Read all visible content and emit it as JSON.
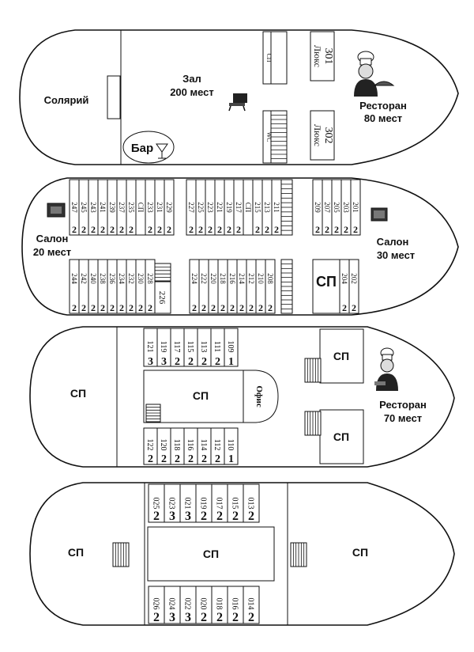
{
  "deck3": {
    "solarium": "Солярий",
    "hall_line1": "Зал",
    "hall_line2": "200 мест",
    "bar": "Бар",
    "restaurant_line1": "Ресторан",
    "restaurant_line2": "80 мест",
    "lux301_word": "Люкс",
    "lux301_num": "301",
    "lux302_word": "Люкс",
    "lux302_num": "302",
    "sp_label": "СП",
    "wc_label": "WC"
  },
  "deck2": {
    "salon_left_line1": "Салон",
    "salon_left_line2": "20 мест",
    "salon_right_line1": "Салон",
    "salon_right_line2": "30 мест",
    "sp_big": "СП",
    "top_left": [
      {
        "n": "247",
        "b": "2"
      },
      {
        "n": "245",
        "b": "2"
      },
      {
        "n": "243",
        "b": "2"
      },
      {
        "n": "241",
        "b": "2"
      },
      {
        "n": "239",
        "b": "2"
      },
      {
        "n": "237",
        "b": "2"
      },
      {
        "n": "235",
        "b": "2"
      },
      {
        "n": "СП",
        "b": ""
      },
      {
        "n": "233",
        "b": "2"
      },
      {
        "n": "231",
        "b": "2"
      },
      {
        "n": "229",
        "b": "2"
      }
    ],
    "top_mid": [
      {
        "n": "227",
        "b": "2"
      },
      {
        "n": "225",
        "b": "2"
      },
      {
        "n": "223",
        "b": "2"
      },
      {
        "n": "221",
        "b": "2"
      },
      {
        "n": "219",
        "b": "2"
      },
      {
        "n": "217",
        "b": "2"
      },
      {
        "n": "СП",
        "b": ""
      },
      {
        "n": "215",
        "b": "2"
      },
      {
        "n": "213",
        "b": "2"
      },
      {
        "n": "211",
        "b": "2"
      }
    ],
    "top_right": [
      {
        "n": "209",
        "b": "2"
      },
      {
        "n": "207",
        "b": "2"
      },
      {
        "n": "205",
        "b": "2"
      },
      {
        "n": "203",
        "b": "2"
      },
      {
        "n": "201",
        "b": "2"
      }
    ],
    "bot_left": [
      {
        "n": "244",
        "b": "2"
      },
      {
        "n": "242",
        "b": "2"
      },
      {
        "n": "240",
        "b": "2"
      },
      {
        "n": "238",
        "b": "2"
      },
      {
        "n": "236",
        "b": "2"
      },
      {
        "n": "234",
        "b": "2"
      },
      {
        "n": "232",
        "b": "2"
      },
      {
        "n": "230",
        "b": "2"
      },
      {
        "n": "228",
        "b": "2"
      }
    ],
    "cabin_226": "226",
    "bot_mid": [
      {
        "n": "224",
        "b": "2"
      },
      {
        "n": "222",
        "b": "2"
      },
      {
        "n": "220",
        "b": "2"
      },
      {
        "n": "218",
        "b": "2"
      },
      {
        "n": "216",
        "b": "2"
      },
      {
        "n": "214",
        "b": "2"
      },
      {
        "n": "212",
        "b": "2"
      },
      {
        "n": "210",
        "b": "2"
      },
      {
        "n": "208",
        "b": "2"
      }
    ],
    "bot_right": [
      {
        "n": "204",
        "b": "2"
      },
      {
        "n": "202",
        "b": "2"
      }
    ]
  },
  "deck1": {
    "sp": "СП",
    "office": "Офис",
    "restaurant_line1": "Ресторан",
    "restaurant_line2": "70 мест",
    "top": [
      {
        "n": "121",
        "b": "3"
      },
      {
        "n": "119",
        "b": "3"
      },
      {
        "n": "117",
        "b": "2"
      },
      {
        "n": "115",
        "b": "2"
      },
      {
        "n": "113",
        "b": "2"
      },
      {
        "n": "111",
        "b": "2"
      },
      {
        "n": "109",
        "b": "1"
      }
    ],
    "bot": [
      {
        "n": "122",
        "b": "2"
      },
      {
        "n": "120",
        "b": "2"
      },
      {
        "n": "118",
        "b": "2"
      },
      {
        "n": "116",
        "b": "2"
      },
      {
        "n": "114",
        "b": "2"
      },
      {
        "n": "112",
        "b": "2"
      },
      {
        "n": "110",
        "b": "1"
      }
    ]
  },
  "deck0": {
    "sp": "СП",
    "top": [
      {
        "n": "025",
        "b": "2"
      },
      {
        "n": "023",
        "b": "3"
      },
      {
        "n": "021",
        "b": "3"
      },
      {
        "n": "019",
        "b": "2"
      },
      {
        "n": "017",
        "b": "2"
      },
      {
        "n": "015",
        "b": "2"
      },
      {
        "n": "013",
        "b": "2"
      }
    ],
    "bot": [
      {
        "n": "026",
        "b": "2"
      },
      {
        "n": "024",
        "b": "3"
      },
      {
        "n": "022",
        "b": "3"
      },
      {
        "n": "020",
        "b": "2"
      },
      {
        "n": "018",
        "b": "2"
      },
      {
        "n": "016",
        "b": "2"
      },
      {
        "n": "014",
        "b": "2"
      }
    ]
  }
}
